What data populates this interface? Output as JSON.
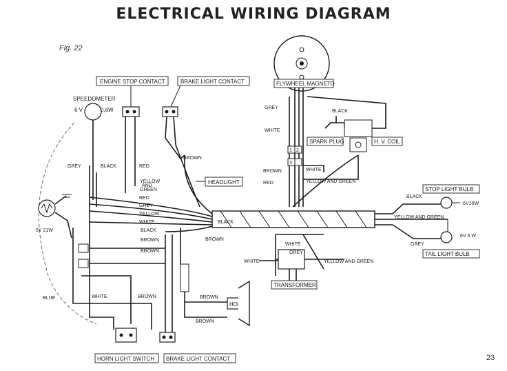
{
  "title": "ELECTRICAL WIRING DIAGRAM",
  "figure_label": "Fig. 22",
  "page_number": "23",
  "components": {
    "engine_stop_contact": "ENGINE STOP CONTACT",
    "brake_light_contact_top": "BRAKE LIGHT CONTACT",
    "flywheel_magneto": "FLYWHEEL MAGNETO",
    "speedometer": "SPEEDOMETER",
    "speedometer_voltage": "6 V",
    "speedometer_watt": "0,6W",
    "headlight": "HEADLIGHT",
    "headlight_bulb": "6V 21W",
    "spark_plug": "SPARK PLUG",
    "hv_coil": "H. V. COIL",
    "stop_light_bulb": "STOP LIGHT BULB",
    "stop_light_rating": "6V10W",
    "tail_light_bulb": "TAIL LIGHT BULB",
    "tail_light_rating": "6V 5 W",
    "transformer": "TRANSFORMER",
    "horn": "HORN",
    "horn_light_switch": "HORN LIGHT SWITCH",
    "brake_light_contact_bottom": "BRAKE LIGHT CONTACT"
  },
  "wire_labels": {
    "grey_left": "GREY",
    "black_left": "BLACK",
    "red_top": "RED",
    "brown_top": "BROWN",
    "yellow_and": "YELLOW",
    "and_green": "AND",
    "green_word": "GREEN",
    "harness_red": "RED",
    "harness_grey": "GREY",
    "harness_yellow": "YELLOW",
    "harness_white": "WHITE",
    "harness_black": "BLACK",
    "brown_mid": "BROWN",
    "brown_lower": "BROWN",
    "blue": "BLUE",
    "white_lower": "WHITE",
    "brown_switch": "BROWN",
    "brown_horn1": "BROWN",
    "brown_horn2": "BROWN",
    "mag_grey": "GREY",
    "mag_white": "WHITE",
    "mag_black": "BLACK",
    "mag_brown": "BROWN",
    "mag_red": "RED",
    "mag_white2": "WHITE",
    "mag_yellow_green": "YELLOW AND GREEN",
    "rear_black": "BLACK",
    "rear_yellow_green": "YELLOW AND GREEN",
    "rear_grey": "GREY",
    "tr_white": "WHITE",
    "tr_grey": "GREY",
    "tr_white_left": "WHITE",
    "tr_yellow_green": "YELLOW AND GREEN",
    "harness_black_right": "BLACK"
  },
  "terminals": {
    "t1": "1",
    "t2": "2",
    "t3": "3"
  }
}
